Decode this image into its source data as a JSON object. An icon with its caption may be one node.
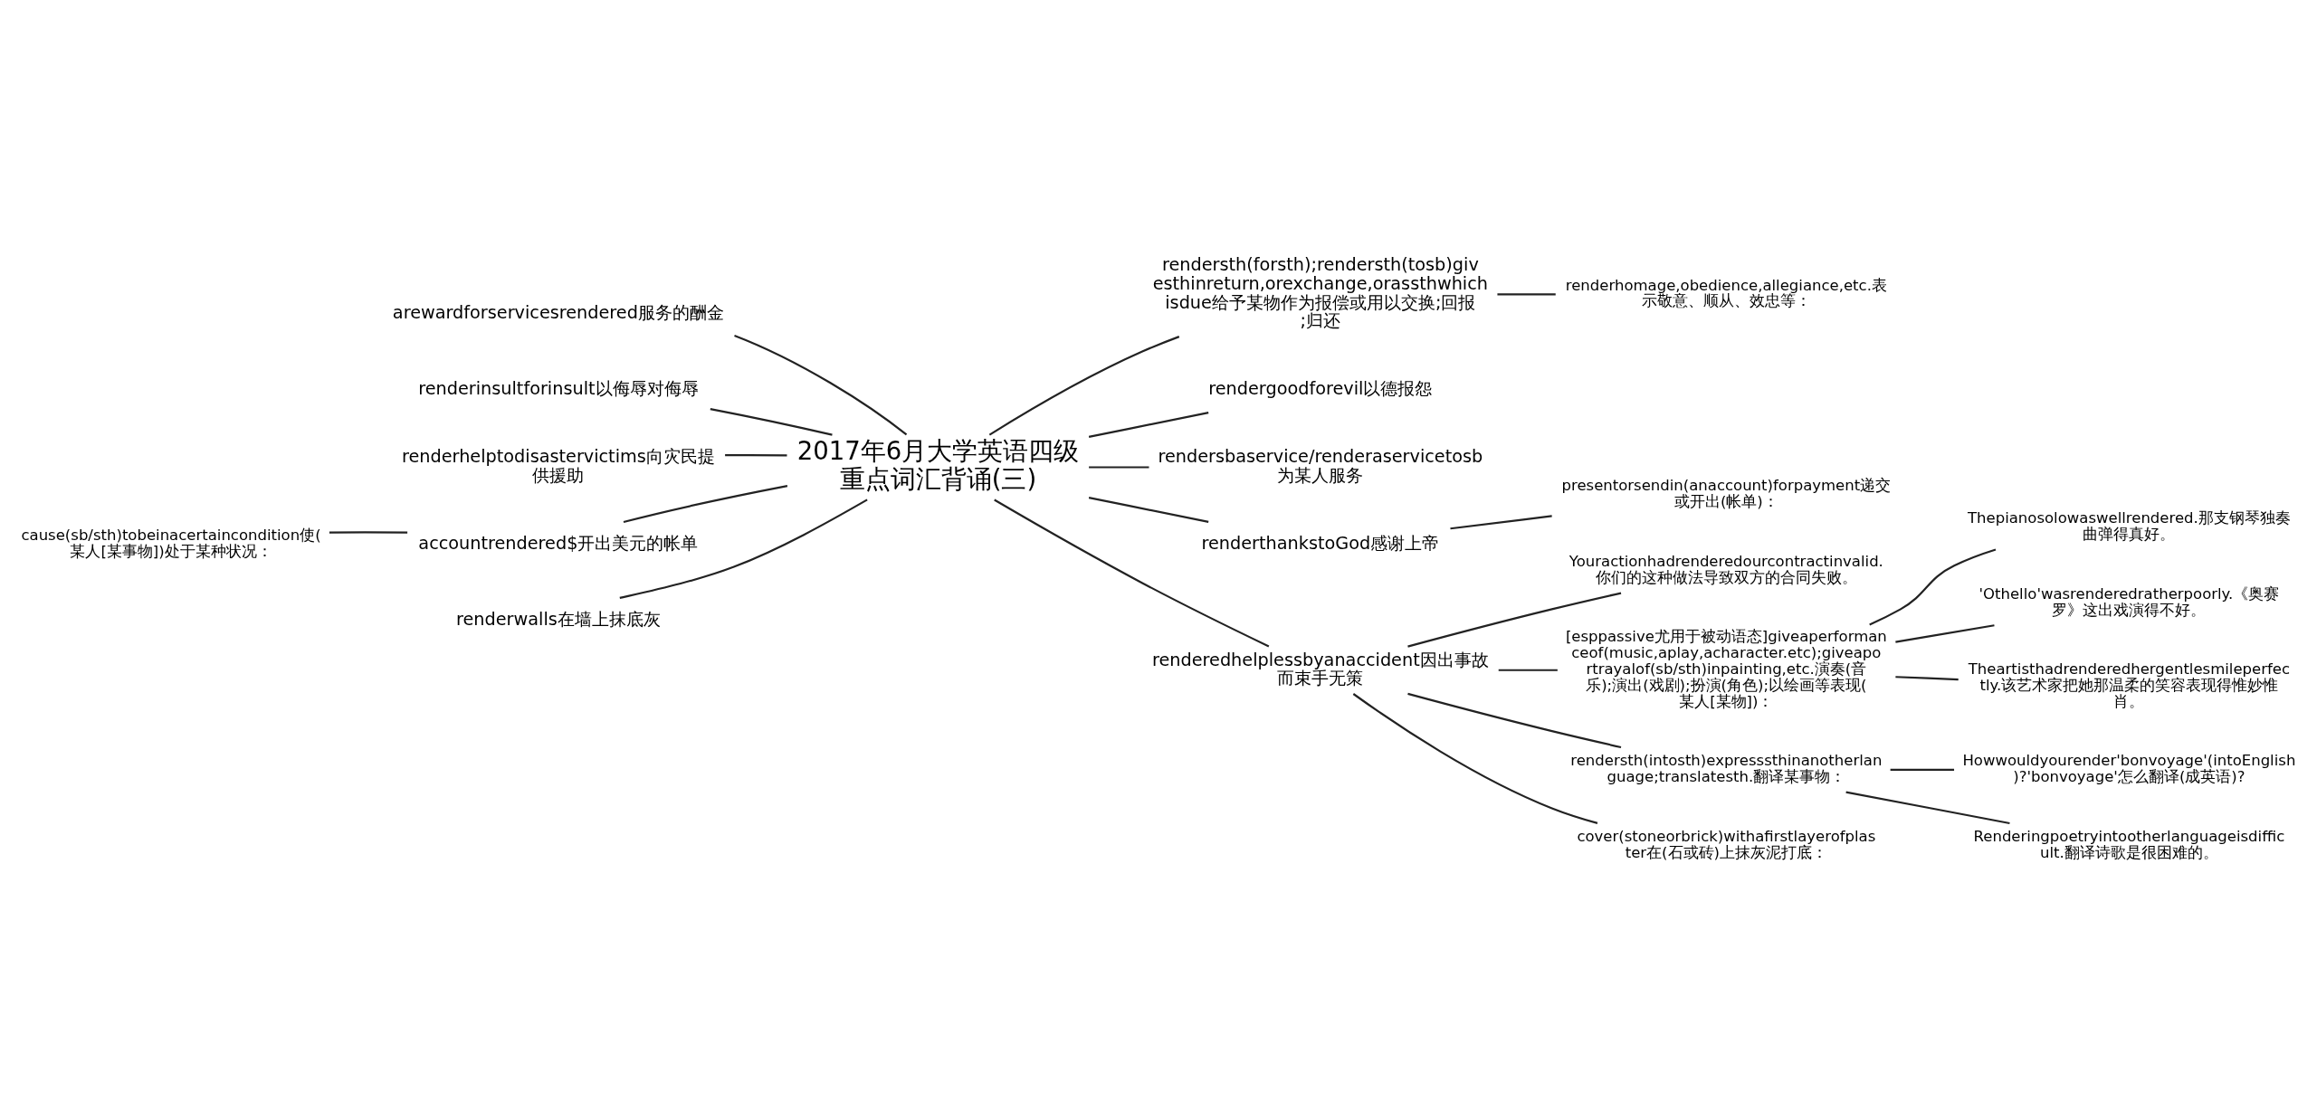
{
  "diagram": {
    "nodes": [
      {
        "text": [
          "2017年6月大学英语四级重点词汇背诵(三)"
        ]
      },
      {
        "text": [
          "rendersth(forsth);rendersth(tosb)givesthinreturn,orexchange,orassthwhichisdue给予某物作为报偿或用以交换;回报;归还"
        ]
      },
      {
        "text": [
          "renderhomage,obedience,allegiance,etc.表示敬意、顺从、效忠等："
        ]
      },
      {
        "text": [
          "rendergoodforevil以德报怨"
        ]
      },
      {
        "text": [
          "rendersbaservice/renderaservicetosb为某人服务"
        ]
      },
      {
        "text": [
          "renderthankstoGod感谢上帝"
        ]
      },
      {
        "text": [
          "presentorsendin(anaccount)forpayment递交或开出(帐单)："
        ]
      },
      {
        "text": [
          "renderedhelplessbyanaccident因出事故而束手无策"
        ]
      },
      {
        "text": [
          "Youractionhadrenderedourcontractinvalid.你们的这种做法导致双方的合同失败。"
        ]
      },
      {
        "text": [
          "[esppassive尤用于被动语态]giveaperformanceof(music,aplay,acharacter.etc);giveaportrayalof(sb/sth)inpainting,etc.演奏(音乐);演出(戏剧);扮演(角色);以绘画等表现(某人[某物])："
        ]
      },
      {
        "text": [
          "Thepianosolowaswellrendered.那支钢琴独奏曲弹得真好。"
        ]
      },
      {
        "text": [
          "'Othello'wasrenderedratherpoorly.《奥赛罗》这出戏演得不好。"
        ]
      },
      {
        "text": [
          "Theartisthadrenderedhergentlesmileperfectly.该艺术家把她那温柔的笑容表现得惟妙惟肖。"
        ]
      },
      {
        "text": [
          "rendersth(intosth)expresssthinanotherlanguage;translatesth.翻译某事物："
        ]
      },
      {
        "text": [
          "Howwouldyourender'bonvoyage'(intoEnglish)?'bonvoyage'怎么翻译(成英语)?"
        ]
      },
      {
        "text": [
          "Renderingpoetryintootherlanguageisdifficult.翻译诗歌是很困难的。"
        ]
      },
      {
        "text": [
          "cover(stoneorbrick)withafirstlayerofplaster在(石或砖)上抹灰泥打底："
        ]
      },
      {
        "text": [
          "arewardforservicesrendered服务的酬金"
        ]
      },
      {
        "text": [
          "renderinsultforinsult以侮辱对侮辱"
        ]
      },
      {
        "text": [
          "renderhelptodisastervictims向灾民提供援助"
        ]
      },
      {
        "text": [
          "accountrendered$开出美元的帐单"
        ]
      },
      {
        "text": [
          "cause(sb/sth)tobeinacertaincondition使(某人[某事物])处于某种状况："
        ]
      },
      {
        "text": [
          "renderwalls在墙上抹底灰"
        ]
      }
    ],
    "edges": [
      {
        "from": 0,
        "to": 1,
        "arrow": "none"
      },
      {
        "from": 1,
        "to": 2,
        "arrow": "none"
      },
      {
        "from": 0,
        "to": 3,
        "arrow": "none"
      },
      {
        "from": 0,
        "to": 4,
        "arrow": "none"
      },
      {
        "from": 0,
        "to": 5,
        "arrow": "none"
      },
      {
        "from": 5,
        "to": 6,
        "arrow": "none"
      },
      {
        "from": 0,
        "to": 7,
        "arrow": "none"
      },
      {
        "from": 7,
        "to": 8,
        "arrow": "none"
      },
      {
        "from": 7,
        "to": 9,
        "arrow": "none"
      },
      {
        "from": 9,
        "to": 10,
        "arrow": "none"
      },
      {
        "from": 9,
        "to": 11,
        "arrow": "none"
      },
      {
        "from": 9,
        "to": 12,
        "arrow": "none"
      },
      {
        "from": 7,
        "to": 13,
        "arrow": "none"
      },
      {
        "from": 13,
        "to": 14,
        "arrow": "none"
      },
      {
        "from": 13,
        "to": 15,
        "arrow": "none"
      },
      {
        "from": 7,
        "to": 16,
        "arrow": "none"
      },
      {
        "from": 0,
        "to": 17,
        "arrow": "none"
      },
      {
        "from": 0,
        "to": 18,
        "arrow": "none"
      },
      {
        "from": 0,
        "to": 19,
        "arrow": "none"
      },
      {
        "from": 0,
        "to": 20,
        "arrow": "none"
      },
      {
        "from": 20,
        "to": 21,
        "arrow": "none"
      },
      {
        "from": 0,
        "to": 22,
        "arrow": "none"
      }
    ]
  }
}
